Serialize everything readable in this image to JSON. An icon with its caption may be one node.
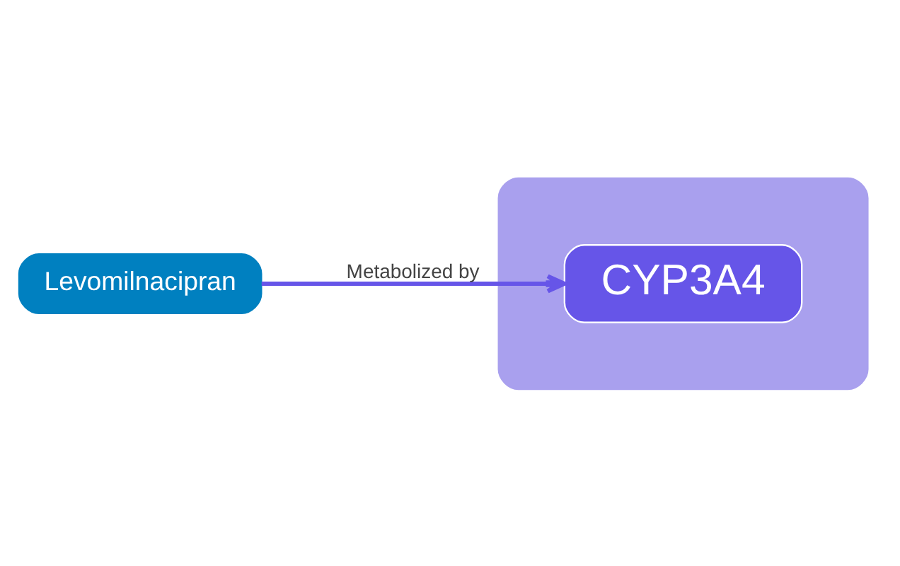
{
  "diagram": {
    "nodes": [
      {
        "text": [
          "Levomilnacipran"
        ]
      },
      {
        "text": [],
        "shape": "liver"
      },
      {
        "text": [
          "CYP3A4"
        ],
        "in": 1
      }
    ],
    "edges": [
      {
        "from": 0,
        "to": 2,
        "arrow": "to",
        "label": "Metabolized by"
      }
    ]
  }
}
